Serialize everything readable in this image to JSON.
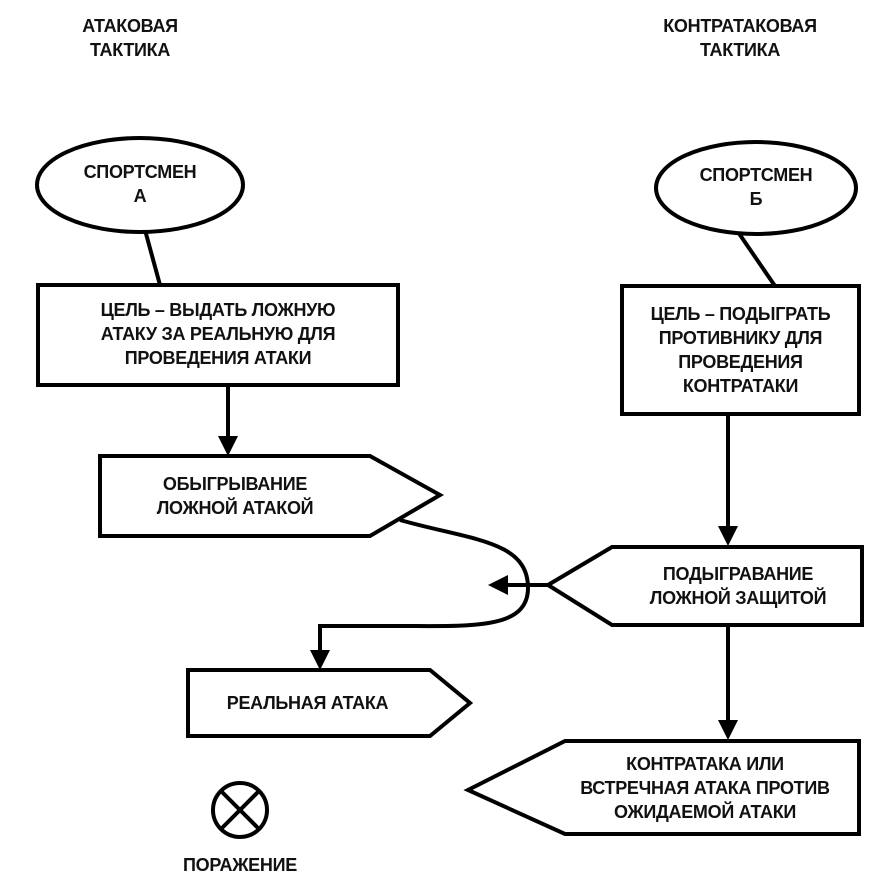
{
  "columns": {
    "left_heading": {
      "line1": "АТАКОВАЯ",
      "line2": "ТАКТИКА"
    },
    "right_heading": {
      "line1": "КОНТРАТАКОВАЯ",
      "line2": "ТАКТИКА"
    }
  },
  "nodes": {
    "athlete_a": {
      "line1": "СПОРТСМЕН",
      "line2": "А"
    },
    "athlete_b": {
      "line1": "СПОРТСМЕН",
      "line2": "Б"
    },
    "goal_a": {
      "line1": "ЦЕЛЬ – ВЫДАТЬ ЛОЖНУЮ",
      "line2": "АТАКУ ЗА РЕАЛЬНУЮ ДЛЯ",
      "line3": "ПРОВЕДЕНИЯ АТАКИ"
    },
    "goal_b": {
      "line1": "ЦЕЛЬ – ПОДЫГРАТЬ",
      "line2": "ПРОТИВНИКУ ДЛЯ",
      "line3": "ПРОВЕДЕНИЯ",
      "line4": "КОНТРАТАКИ"
    },
    "feint_attack": {
      "line1": "ОБЫГРЫВАНИЕ",
      "line2": "ЛОЖНОЙ АТАКОЙ"
    },
    "feint_defense": {
      "line1": "ПОДЫГРАВАНИЕ",
      "line2": "ЛОЖНОЙ ЗАЩИТОЙ"
    },
    "real_attack": {
      "line1": "РЕАЛЬНАЯ АТАКА"
    },
    "counterattack": {
      "line1": "КОНТРАТАКА ИЛИ",
      "line2": "ВСТРЕЧНАЯ АТАКА ПРОТИВ",
      "line3": "ОЖИДАЕМОЙ АТАКИ"
    },
    "defeat": {
      "label": "ПОРАЖЕНИЕ",
      "icon": "circled-x-icon"
    }
  }
}
